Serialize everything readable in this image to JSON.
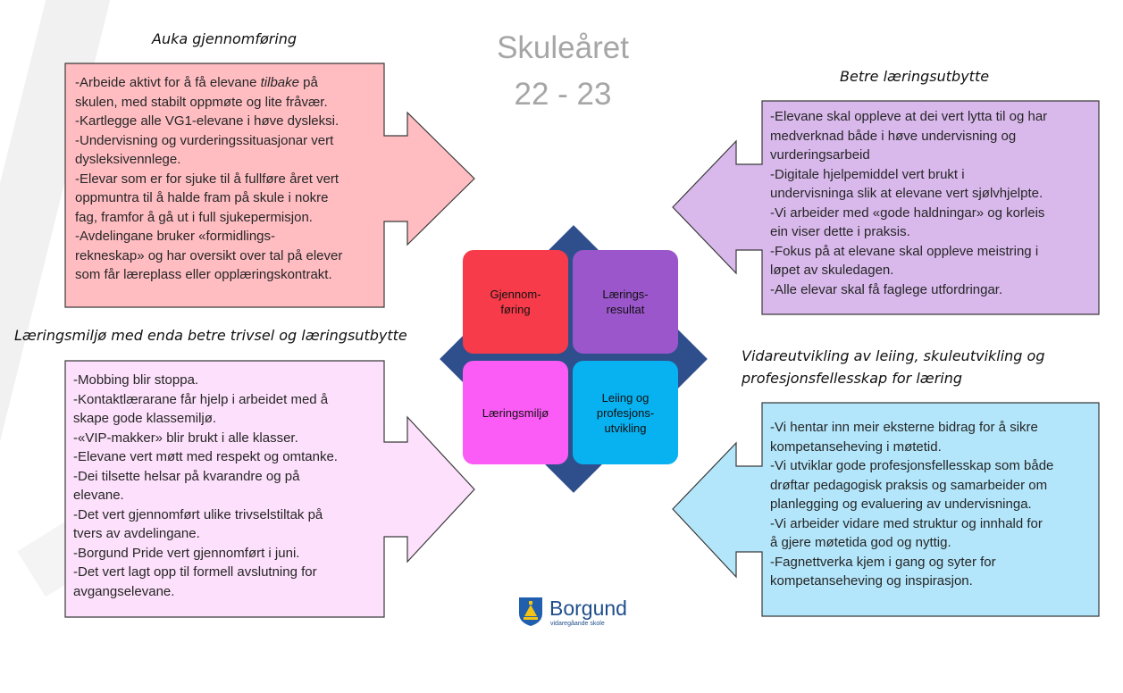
{
  "title": {
    "line1": "Skuleåret",
    "line2": "22 - 23"
  },
  "sections": {
    "gjennomforing": {
      "heading": "Auka gjennomføring",
      "color": "#ffbdc2",
      "lines": [
        "-Arbeide aktivt for å få elevane tilbake på",
        "skulen, med stabilt oppmøte og lite fråvær.",
        "-Kartlegge alle VG1-elevane i høve dysleksi.",
        "-Undervisning og vurderingssituasjonar vert",
        "dysleksivennlege.",
        "-Elevar som er for sjuke til å fullføre året vert",
        "oppmuntra til å halde fram på skule i nokre",
        "fag, framfor å gå ut i full sjukepermisjon.",
        "-Avdelingane bruker «formidlings-",
        "rekneskap» og har oversikt over tal på elever",
        "som får læreplass eller opplæringskontrakt."
      ]
    },
    "laeringsutbytte": {
      "heading": "Betre læringsutbytte",
      "color": "#d9b9ec",
      "lines": [
        "-Elevane skal oppleve at dei vert lytta til og har",
        "medverknad både i høve undervisning og",
        "vurderingsarbeid",
        "-Digitale hjelpemiddel vert brukt i",
        "undervisninga slik at elevane vert sjølvhjelpte.",
        "-Vi arbeider med «gode haldningar» og korleis",
        "ein viser dette i praksis.",
        "-Fokus på at elevane skal oppleve meistring i",
        "løpet av skuledagen.",
        "-Alle elevar skal få faglege utfordringar."
      ]
    },
    "laeringsmiljo": {
      "heading": "Læringsmiljø med enda betre trivsel og læringsutbytte",
      "color": "#fde0fb",
      "lines": [
        "-Mobbing blir stoppa.",
        "-Kontaktlærarane får hjelp i arbeidet med å",
        "skape gode klassemiljø.",
        "-«VIP-makker» blir brukt i alle klasser.",
        "-Elevane vert møtt med respekt og omtanke.",
        "-Dei tilsette helsar på kvarandre og på",
        "elevane.",
        "-Det vert gjennomført ulike trivselstiltak på",
        "tvers av avdelingane.",
        "-Borgund Pride vert gjennomført i juni.",
        "-Det vert lagt opp til formell avslutning for",
        "avgangselevane."
      ]
    },
    "leiing": {
      "heading_line1": "Vidareutvikling av leiing, skuleutvikling og",
      "heading_line2": "profesjonsfellesskap for læring",
      "color": "#b3e6fb",
      "lines": [
        "-Vi hentar inn meir eksterne bidrag for å sikre",
        "kompetanseheving i møtetid.",
        "-Vi utviklar gode profesjonsfellesskap som både",
        "drøftar pedagogisk praksis og samarbeider om",
        "planlegging og evaluering av undervisninga.",
        "-Vi arbeider vidare med struktur og innhald for",
        "å gjere møtetida god og nyttig.",
        "-Fagnettverka kjem i gang og syter for",
        "kompetanseheving og inspirasjon."
      ]
    }
  },
  "diagram": {
    "diamond_color": "#2f4e8c",
    "quadrants": [
      {
        "line1": "Gjennom-",
        "line2": "føring",
        "color": "#f83b4a"
      },
      {
        "line1": "Lærings-",
        "line2": "resultat",
        "color": "#9b56cb"
      },
      {
        "line1": "Læringsmiljø",
        "line2": "",
        "color": "#fb5cf5"
      },
      {
        "line1": "Leiing og",
        "line2": "profesjons-",
        "line3": "utvikling",
        "color": "#08b1ef"
      }
    ]
  },
  "logo": {
    "name": "Borgund",
    "subtitle": "vidaregåande skole"
  }
}
